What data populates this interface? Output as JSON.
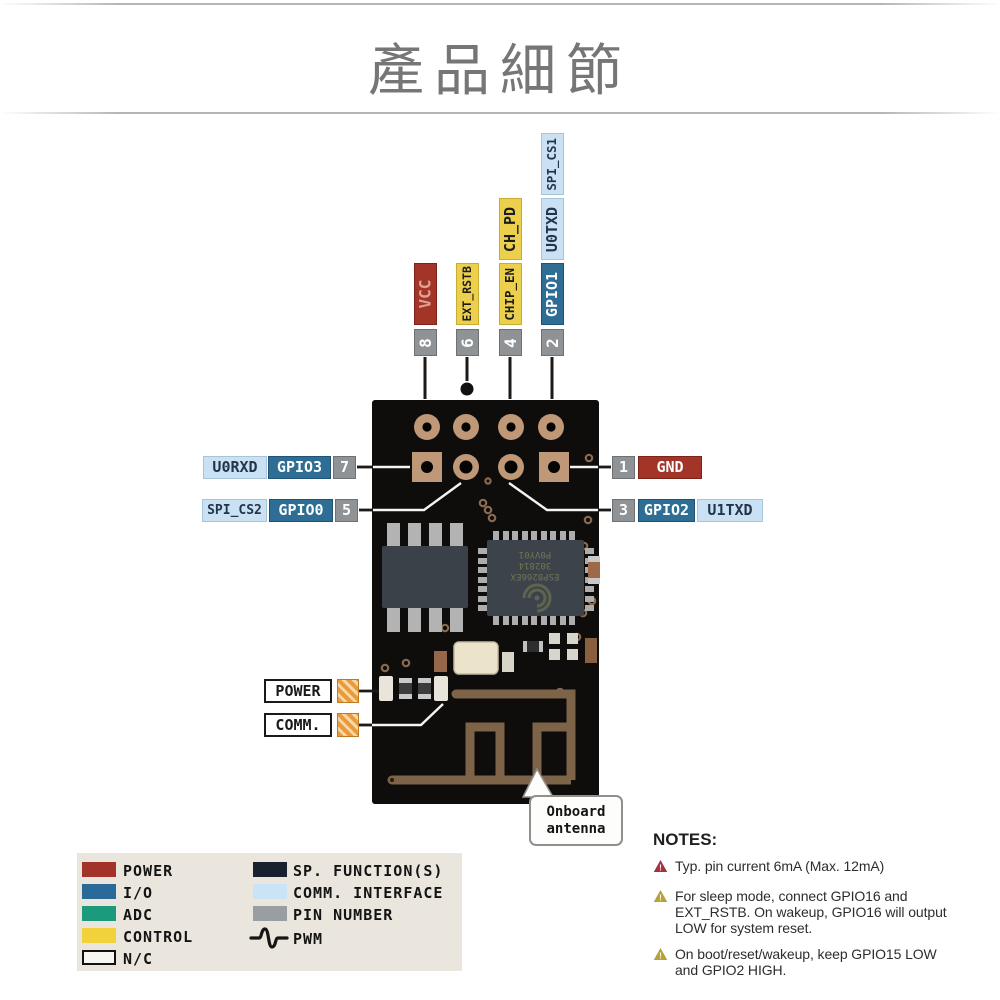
{
  "title": "產品細節",
  "colors": {
    "power": "#a23528",
    "io": "#2e6d94",
    "adc": "#1c9a7c",
    "control": "#ecd04c",
    "nc": "#f8f6f1",
    "sp_function": "#182130",
    "comm_interface": "#c9e4f6",
    "pin_number": "#8f9396",
    "board": "#0e0d0b",
    "pad_copper": "#bf9878",
    "antenna_trace": "#7d6347",
    "indicator_orange": "#e99b3c",
    "warning_red": "#a0333f",
    "warning_yellow": "#b5a23a"
  },
  "pins": {
    "top": [
      {
        "number": "8",
        "boxes": [
          {
            "text": "VCC",
            "type": "power"
          }
        ],
        "dot": false
      },
      {
        "number": "6",
        "boxes": [
          {
            "text": "EXT_RSTB",
            "type": "control"
          }
        ],
        "dot": true
      },
      {
        "number": "4",
        "boxes": [
          {
            "text": "CHIP_EN",
            "type": "control"
          },
          {
            "text": "CH_PD",
            "type": "control"
          }
        ],
        "dot": false
      },
      {
        "number": "2",
        "boxes": [
          {
            "text": "GPIO1",
            "type": "io"
          },
          {
            "text": "U0TXD",
            "type": "comm"
          },
          {
            "text": "SPI_CS1",
            "type": "comm"
          }
        ],
        "dot": false
      }
    ],
    "left": [
      {
        "number": "7",
        "boxes": [
          {
            "text": "U0RXD",
            "type": "comm"
          },
          {
            "text": "GPIO3",
            "type": "io"
          }
        ]
      },
      {
        "number": "5",
        "boxes": [
          {
            "text": "SPI_CS2",
            "type": "comm"
          },
          {
            "text": "GPIO0",
            "type": "io"
          }
        ]
      }
    ],
    "right": [
      {
        "number": "1",
        "boxes": [
          {
            "text": "GND",
            "type": "power"
          }
        ]
      },
      {
        "number": "3",
        "boxes": [
          {
            "text": "GPIO2",
            "type": "io"
          },
          {
            "text": "U1TXD",
            "type": "comm"
          }
        ]
      }
    ]
  },
  "board": {
    "chip_marking": [
      "ESP8266EX",
      "302814",
      "P0VY01"
    ],
    "antenna_callout": [
      "Onboard",
      "antenna"
    ]
  },
  "indicators": [
    {
      "label": "POWER"
    },
    {
      "label": "COMM."
    }
  ],
  "legend": {
    "left": [
      {
        "label": "POWER"
      },
      {
        "label": "I/O"
      },
      {
        "label": "ADC"
      },
      {
        "label": "CONTROL"
      },
      {
        "label": "N/C"
      }
    ],
    "right": [
      {
        "label": "SP. FUNCTION(S)"
      },
      {
        "label": "COMM. INTERFACE"
      },
      {
        "label": "PIN NUMBER"
      },
      {
        "label": "PWM"
      }
    ]
  },
  "notes": {
    "heading": "NOTES:",
    "items": [
      {
        "severity": "red",
        "lines": [
          "Typ. pin current 6mA (Max. 12mA)"
        ]
      },
      {
        "severity": "yellow",
        "lines": [
          "For sleep mode, connect GPIO16 and",
          "EXT_RSTB. On wakeup, GPIO16 will output",
          "LOW for system reset."
        ]
      },
      {
        "severity": "yellow",
        "lines": [
          "On boot/reset/wakeup, keep GPIO15 LOW",
          "and GPIO2 HIGH."
        ]
      }
    ]
  }
}
